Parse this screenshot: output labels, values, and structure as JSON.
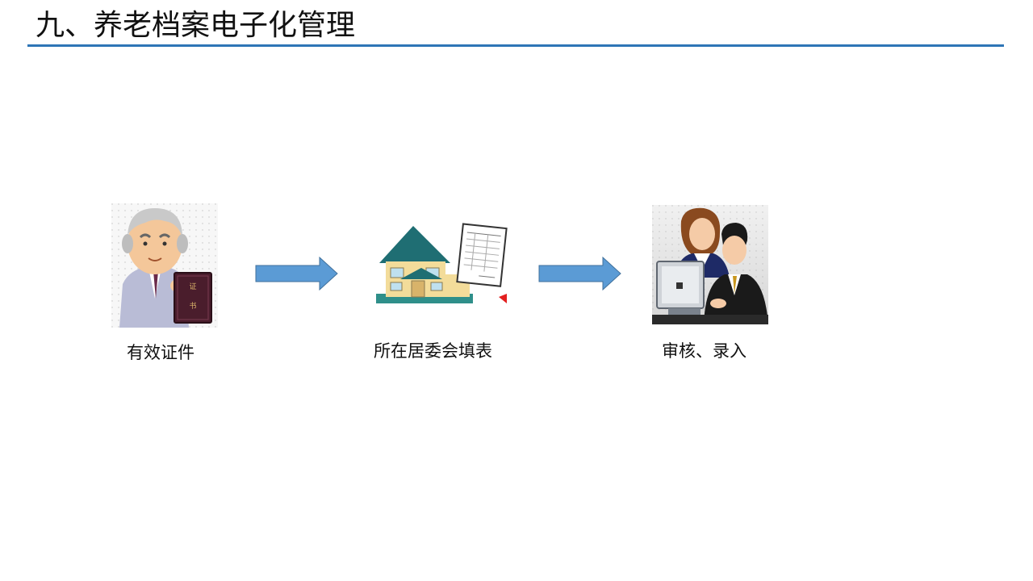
{
  "slide": {
    "title": "九、养老档案电子化管理"
  },
  "steps": [
    {
      "label": "有效证件",
      "icon": "elder-with-certificate-icon"
    },
    {
      "label": "所在居委会填表",
      "icon": "house-with-form-icon"
    },
    {
      "label": "审核、录入",
      "icon": "staff-at-computer-icon"
    }
  ],
  "colors": {
    "accent_rule": "#2e75b6",
    "arrow_fill": "#5b9bd5",
    "arrow_stroke": "#41719c"
  }
}
